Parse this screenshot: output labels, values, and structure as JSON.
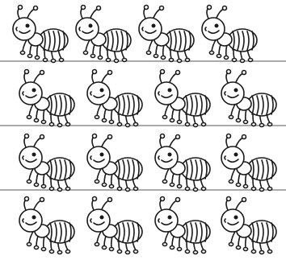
{
  "illustration": {
    "subject": "ant",
    "style": "black-and-white line art",
    "row_counts": [
      4,
      4,
      4,
      4
    ],
    "ground_line_count": 3,
    "colors": {
      "ink": "#1a1a1a",
      "paper": "#ffffff",
      "line": "#555555"
    }
  }
}
